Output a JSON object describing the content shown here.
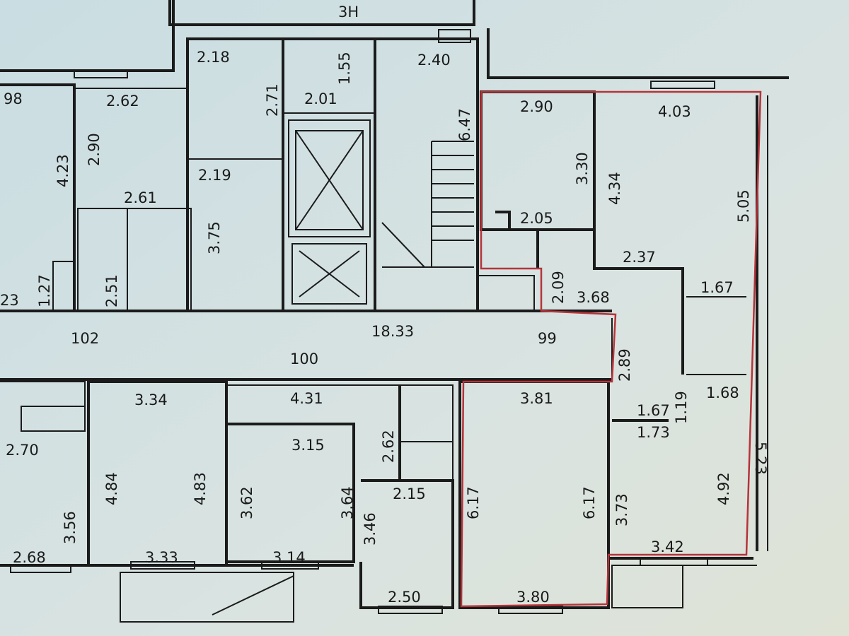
{
  "title": "Floor plan",
  "colors": {
    "background": "#d6e2e3",
    "walls": "#1b1b1b",
    "highlight": "#b5343a"
  },
  "labels": [
    "3Н",
    "98",
    "2.62",
    "2.18",
    "2.71",
    "2.01",
    "1.55",
    "2.40",
    "6.47",
    "2.90",
    "4.03",
    "3.30",
    "4.34",
    "5.05",
    "2.90",
    "4.23",
    "2.61",
    "2.19",
    "3.75",
    "2.05",
    "2.37",
    "1.67",
    "2.09",
    "3.68",
    "1.27",
    "2.51",
    "23",
    "102",
    "18.33",
    "99",
    "100",
    "2.89",
    "3.34",
    "4.31",
    "3.81",
    "1.68",
    "1.19",
    "1.67",
    "1.73",
    "2.70",
    "3.15",
    "2.62",
    "4.84",
    "4.83",
    "3.62",
    "3.64",
    "2.15",
    "6.17",
    "6.17",
    "3.73",
    "4.92",
    "3.56",
    "3.46",
    "2.68",
    "3.33",
    "3.14",
    "3.42",
    "2.50",
    "3.80",
    "5.23"
  ]
}
